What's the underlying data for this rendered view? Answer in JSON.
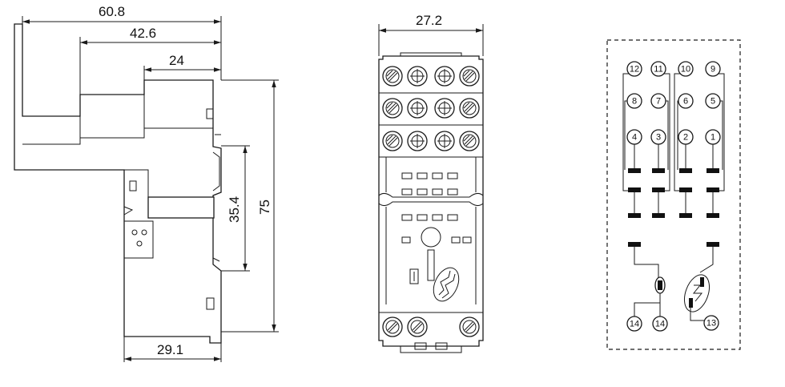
{
  "side_view": {
    "dims": {
      "overall_depth": "60.8",
      "mid_depth": "42.6",
      "step_depth": "24",
      "rail_width": "35.4",
      "height": "75",
      "base_depth": "29.1"
    }
  },
  "front_view": {
    "dims": {
      "width": "27.2"
    }
  },
  "schematic": {
    "pins": [
      "12",
      "11",
      "10",
      "9",
      "8",
      "7",
      "6",
      "5",
      "4",
      "3",
      "2",
      "1",
      "14",
      "14",
      "13"
    ]
  }
}
